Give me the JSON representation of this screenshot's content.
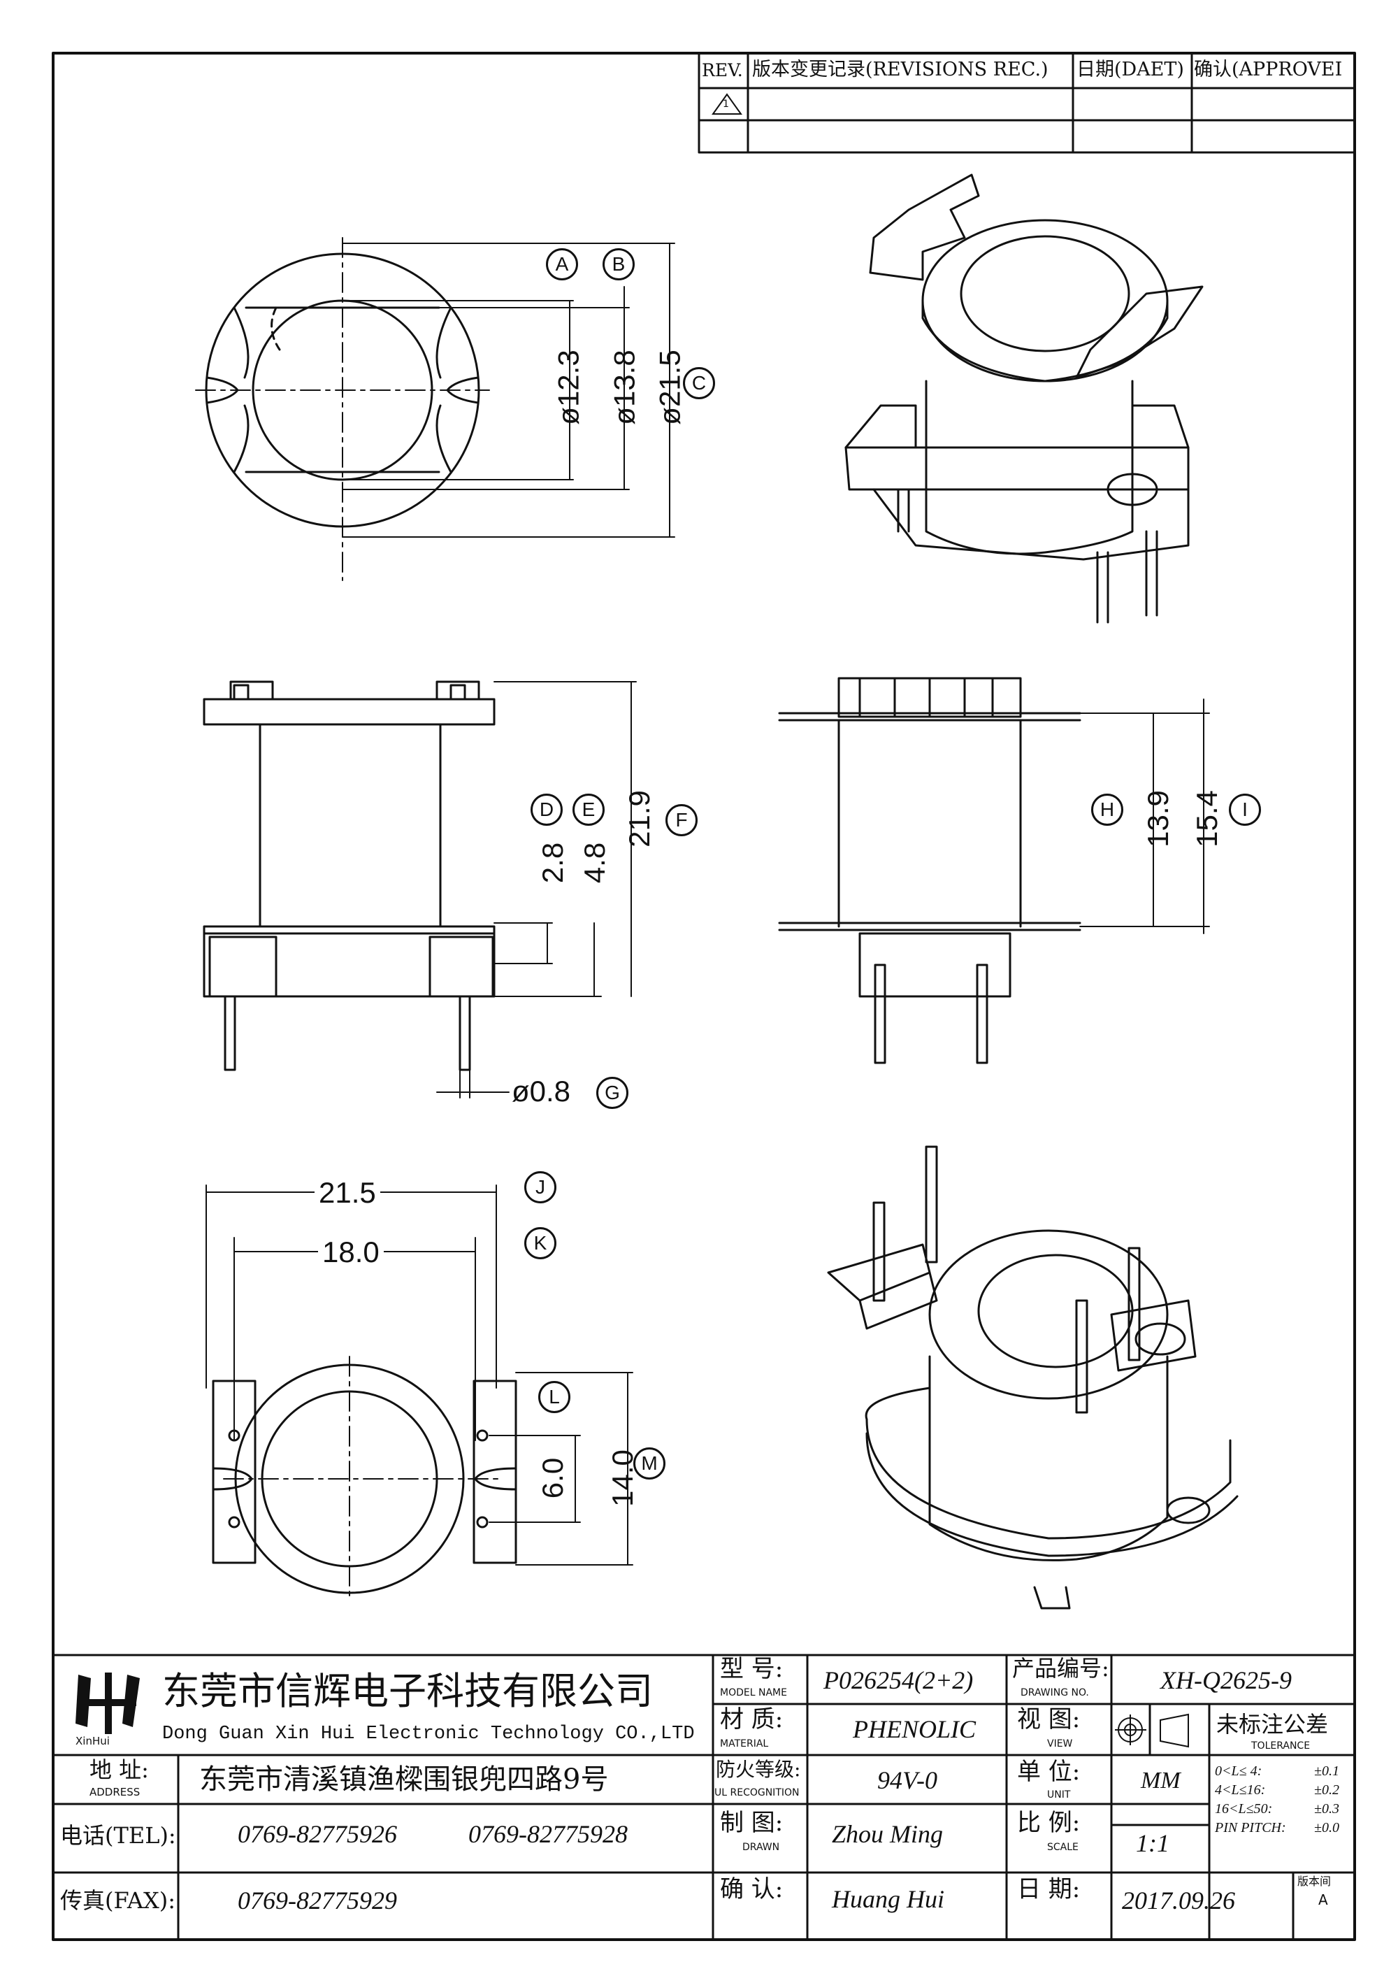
{
  "revision_table": {
    "headers": {
      "rev": "REV.",
      "record": "版本变更记录(REVISIONS REC.)",
      "date": "日期(DAET)",
      "approve": "确认(APPROVEI"
    },
    "rev_symbol": "1"
  },
  "dimensions": {
    "top": {
      "d1": "ø12.3",
      "d2": "ø13.8",
      "d3": "ø21.5"
    },
    "front": {
      "d1": "2.8",
      "d2": "4.8",
      "d3": "21.9",
      "pin": "ø0.8"
    },
    "side": {
      "d1": "13.9",
      "d2": "15.4"
    },
    "bottom": {
      "w1": "21.5",
      "w2": "18.0",
      "h1": "6.0",
      "h2": "14.0"
    }
  },
  "callouts": [
    "A",
    "B",
    "C",
    "D",
    "E",
    "F",
    "G",
    "H",
    "I",
    "J",
    "K",
    "L",
    "M"
  ],
  "title_block": {
    "logo_caption": "XinHui",
    "company_cn": "东莞市信辉电子科技有限公司",
    "company_en": "Dong Guan Xin Hui Electronic Technology CO.,LTD",
    "address_label": "地 址:",
    "address_label_en": "ADDRESS",
    "address": "东莞市清溪镇渔樑围银兜四路9号",
    "tel_label": "电话(TEL):",
    "tel1": "0769-82775926",
    "tel2": "0769-82775928",
    "fax_label": "传真(FAX):",
    "fax": "0769-82775929",
    "model_label": "型 号:",
    "model_label_en": "MODEL NAME",
    "model": "P026254(2+2)",
    "material_label": "材 质:",
    "material_label_en": "MATERIAL",
    "material": "PHENOLIC",
    "ul_label": "防火等级:",
    "ul_label_en": "UL RECOGNITION",
    "ul": "94V-0",
    "drawn_label": "制 图:",
    "drawn_label_en": "DRAWN",
    "drawn": "Zhou Ming",
    "check_label": "确 认:",
    "check": "Huang Hui",
    "drawing_no_label": "产品编号:",
    "drawing_no_label_en": "DRAWING NO.",
    "drawing_no": "XH-Q2625-9",
    "view_label": "视 图:",
    "view_label_en": "VIEW",
    "unit_label": "单 位:",
    "unit_label_en": "UNIT",
    "unit": "MM",
    "scale_label": "比 例:",
    "scale_label_en": "SCALE",
    "scale": "1:1",
    "date_label": "日 期:",
    "date": "2017.09.26",
    "tolerance_title": "未标注公差",
    "tolerance_title_en": "TOLERANCE",
    "tolerance": [
      {
        "range": "0<L≤ 4:",
        "value": "±0.1"
      },
      {
        "range": "4<L≤16:",
        "value": "±0.2"
      },
      {
        "range": "16<L≤50:",
        "value": "±0.3"
      },
      {
        "range": "PIN PITCH:",
        "value": "±0.0"
      }
    ],
    "version_label": "版本间",
    "version": "A"
  }
}
